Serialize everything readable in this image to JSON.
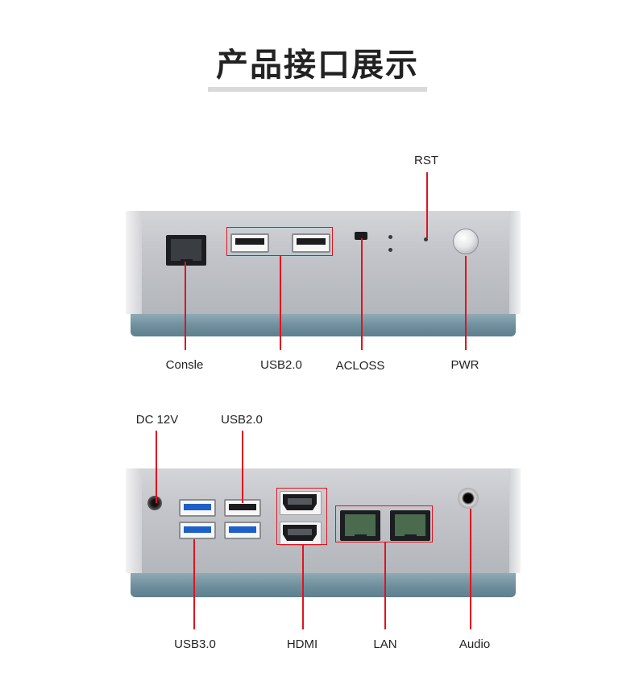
{
  "page": {
    "title": "产品接口展示"
  },
  "front_panel": {
    "labels": {
      "rst": "RST",
      "consle": "Consle",
      "usb2": "USB2.0",
      "acloss": "ACLOSS",
      "pwr": "PWR"
    }
  },
  "rear_panel": {
    "labels": {
      "dc": "DC 12V",
      "usb2": "USB2.0",
      "usb3": "USB3.0",
      "hdmi": "HDMI",
      "lan": "LAN",
      "audio": "Audio"
    }
  },
  "colors": {
    "highlight": "#e0141e",
    "chassis": "#c3c5ca",
    "base": "#6e8e9c",
    "usb3_tongue": "#1e5fc9"
  }
}
